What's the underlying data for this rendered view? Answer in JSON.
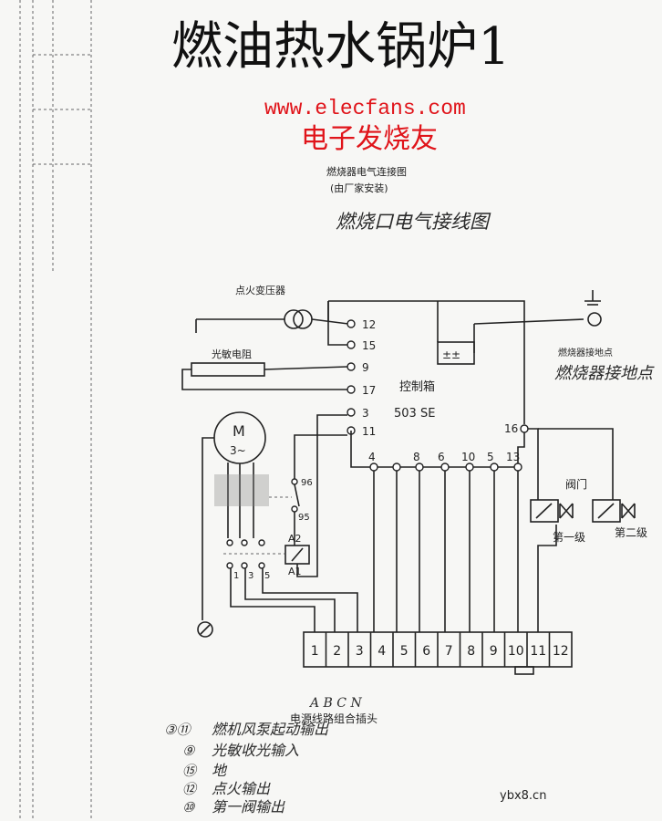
{
  "title": "燃油热水锅炉1",
  "watermark": {
    "url": "www.elecfans.com",
    "name": "电子发烧友",
    "corner": "ybx8.cn"
  },
  "subtitle": {
    "printed": "燃烧器电气连接图",
    "printed_note": "(由厂家安装)",
    "handwritten": "燃烧口电气接线图"
  },
  "labels": {
    "ignition_transformer": "点火变压器",
    "photoresistor": "光敏电阻",
    "control_box": "控制箱",
    "model": "503 SE",
    "ground_point_printed": "燃烧器接地点",
    "ground_point_handwritten": "燃烧器接地点",
    "valve": "阀门",
    "stage1": "第一级",
    "stage2": "第二级",
    "motor": "M",
    "motor_phase": "3~",
    "relay_96": "96",
    "relay_95": "95",
    "coil_a2": "A2",
    "coil_a1": "A1",
    "contact_1": "1",
    "contact_3": "3",
    "contact_5": "5",
    "phases": "A B C N",
    "connector_caption": "电源线路组合插头"
  },
  "control_terminals_left": [
    "12",
    "15",
    "9",
    "17",
    "3",
    "11"
  ],
  "control_terminals_bottom": [
    "4",
    "8",
    "6",
    "10",
    "5",
    "13"
  ],
  "control_terminal_right": "16",
  "connector_pins": [
    "1",
    "2",
    "3",
    "4",
    "5",
    "6",
    "7",
    "8",
    "9",
    "10",
    "11",
    "12"
  ],
  "notes": [
    {
      "num": "③⑪",
      "text": "燃机风泵起动输出"
    },
    {
      "num": "⑨",
      "text": "光敏收光输入"
    },
    {
      "num": "⑮",
      "text": "地"
    },
    {
      "num": "⑫",
      "text": "点火输出"
    },
    {
      "num": "⑩",
      "text": "第一阀输出"
    }
  ]
}
